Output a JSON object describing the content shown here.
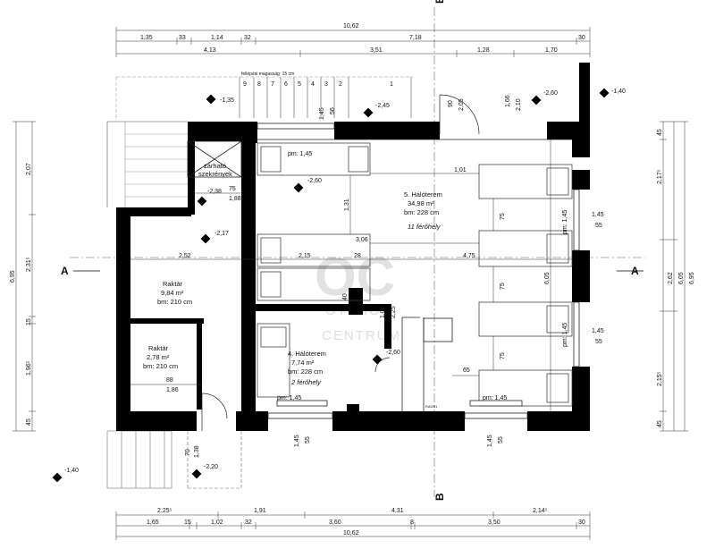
{
  "watermark": {
    "logo_letters": "OC",
    "line1": "OTTHON",
    "line2": "CENTRUM"
  },
  "section_markers": {
    "a": "A",
    "b": "B"
  },
  "stair_note": "fellépési magasság: 15 cm",
  "stair_steps": [
    "9",
    "8",
    "7",
    "6",
    "5",
    "4",
    "3",
    "2",
    "1"
  ],
  "rooms": {
    "bedroom5": {
      "name": "5. Hálóterem",
      "area": "34,98 m²",
      "height": "bm: 228 cm",
      "beds": "11 férőhely"
    },
    "bedroom4": {
      "name": "4. Hálóterem",
      "area": "7,74 m²",
      "height": "bm: 228 cm",
      "beds": "2 férőhely"
    },
    "storage_big": {
      "name": "Raktár",
      "area": "9,84 m²",
      "height": "bm: 210 cm"
    },
    "storage_small": {
      "name": "Raktár",
      "area": "2,78 m²",
      "height": "bm: 210 cm"
    },
    "lockers": {
      "line1": "zárható",
      "line2": "szekrények"
    }
  },
  "levels": {
    "stair_top": "-1,35",
    "landing": "-2,45",
    "top_right": "-2,60",
    "far_right": "-1,40",
    "bedroom5": "-2,60",
    "corridor": "-2,38",
    "storage": "-2,17",
    "bedroom4": "-2,60",
    "entrance": "-2,20",
    "outside_left": "-1,40"
  },
  "window_labels": {
    "top": "pm: 1,45",
    "right_upper": "pm: 1,45",
    "right_lower": "pm: 1,45",
    "bottom_b4": "pm: 1,45",
    "bottom_b5": "pm: 1,45"
  },
  "small_label": "RADB1",
  "dims_top_total": "10,62",
  "dims_top_row2": [
    "1,35",
    "33",
    "1,14",
    "32",
    "7,18",
    "30"
  ],
  "dims_top_row3": [
    "4,13",
    "3,51",
    "1,28",
    "1,70"
  ],
  "dims_bottom_row1": [
    "2,25⁵",
    "1,91",
    "4,31",
    "2,14⁵"
  ],
  "dims_bottom_row2": [
    "1,65",
    "15",
    "1,02",
    "32",
    "3,60",
    "8",
    "3,50",
    "30"
  ],
  "dims_bottom_total": "10,62",
  "dims_left_outer": [
    "2,07",
    "2,31⁵",
    "15",
    "1,96⁵",
    "45"
  ],
  "dims_left_total": "6,95",
  "dims_right_inner": [
    "45",
    "2,17⁵",
    "2,15⁵",
    "45"
  ],
  "dims_right_mid": "2,62",
  "dims_right_a": "6,05",
  "dims_right_total": "6,95",
  "dims_inner": {
    "h1_01": "1,01",
    "h3_06": "3,06",
    "h2_52": "2,52",
    "h2_15": "2,15",
    "h28": "28",
    "h4_75": "4,75",
    "h75a": "75",
    "h1_88": "1,88",
    "h88": "88",
    "h1_86": "1,86",
    "h65": "65",
    "v1_31": "1,31",
    "v75a": "75",
    "v75b": "75",
    "v75c": "75",
    "v6_05": "6,05",
    "v40": "40",
    "v1_09": "1,09",
    "v2_25": "2,25",
    "v90": "90",
    "v2_05": "2,05",
    "v1_66": "1,66",
    "v2_10": "2,10",
    "v1_45_top": "1,45",
    "v56_top": "56",
    "win_r1_a": "1,45",
    "win_r1_b": "55",
    "win_r2_a": "1,45",
    "win_r2_b": "55",
    "win_b1_a": "1,45",
    "win_b1_b": "55",
    "win_b2_a": "1,45",
    "win_b2_b": "55",
    "door_70": "70",
    "door_1_38": "1,38"
  }
}
